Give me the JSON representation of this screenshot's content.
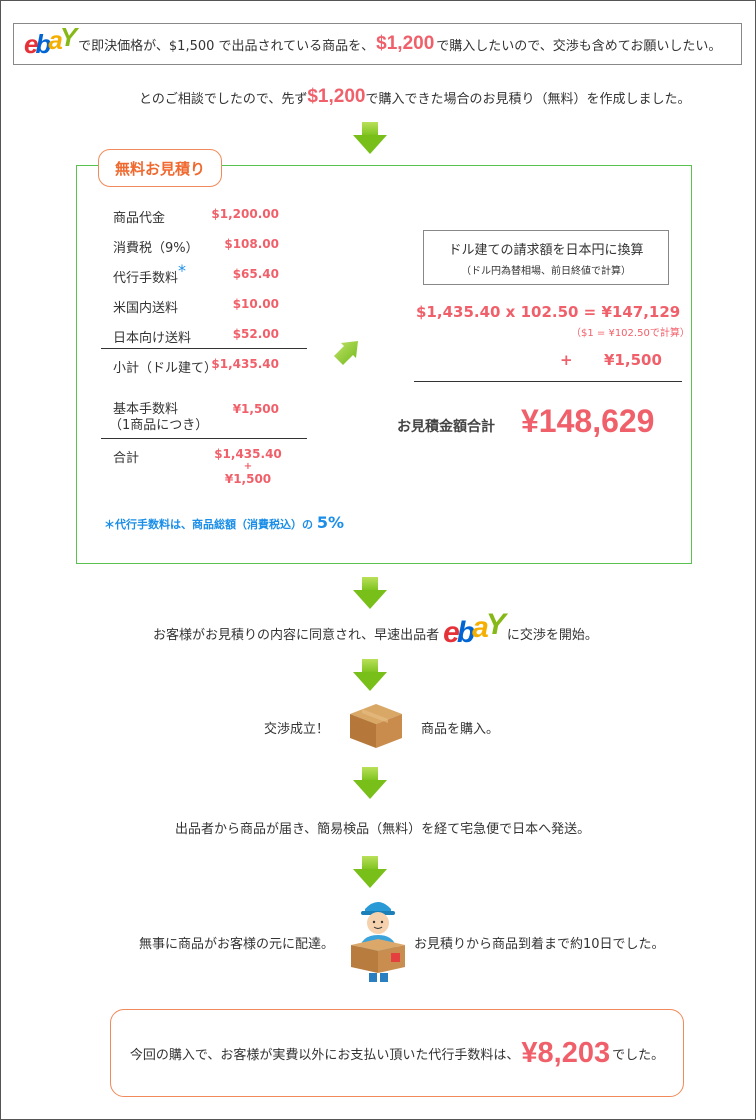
{
  "intro": {
    "logo_text": "ebay",
    "text_before": "で即決価格が、$1,500 で出品されている商品を、",
    "price": "$1,200",
    "text_after": " で購入したいので、交渉も含めてお願いしたい。"
  },
  "consult": {
    "text_before": "とのご相談でしたので、先ず ",
    "price": "$1,200",
    "text_after": " で購入できた場合のお見積り（無料）を作成しました。"
  },
  "quote": {
    "tag": "無料お見積り",
    "rows": [
      {
        "label": "商品代金",
        "value": "$1,200.00"
      },
      {
        "label": "消費税（9%）",
        "value": "$108.00"
      },
      {
        "label": "代行手数料",
        "value": "$65.40",
        "mark": "*"
      },
      {
        "label": "米国内送料",
        "value": "$10.00"
      },
      {
        "label": "日本向け送料",
        "value": "$52.00"
      }
    ],
    "subtotal": {
      "label": "小計（ドル建て）",
      "value": "$1,435.40"
    },
    "basic_fee": {
      "label_line1": "基本手数料",
      "label_line2": "（1商品につき）",
      "value": "¥1,500"
    },
    "total": {
      "label": "合計",
      "value_line1": "$1,435.40",
      "plus": "+",
      "value_line2": "¥1,500"
    },
    "footnote_before": "＊代行手数料は、商品総額（消費税込）の ",
    "footnote_pct": "5%",
    "conversion": {
      "title": "ドル建ての請求額を日本円に換算",
      "subtitle": "（ドル円為替相場、前日終値で計算）",
      "formula": "$1,435.40 x 102.50 = ¥147,129",
      "rate_note": "（$1 = ¥102.50で計算）",
      "plus": "+",
      "fee": "¥1,500",
      "total_label": "お見積金額合計",
      "total_value": "¥148,629"
    }
  },
  "steps": {
    "negotiate_before": "お客様がお見積りの内容に同意され、早速出品者 ",
    "negotiate_logo": "ebay",
    "negotiate_after": " に交渉を開始。",
    "deal_left": "交渉成立！",
    "deal_right": "商品を購入。",
    "ship": "出品者から商品が届き、簡易検品（無料）を経て宅急便で日本へ発送。",
    "delivered_left": "無事に商品がお客様の元に配達。",
    "delivered_right": "お見積りから商品到着まで約10日でした。"
  },
  "final": {
    "text_before": "今回の購入で、お客様が実費以外にお支払い頂いた代行手数料は、",
    "amount": "¥8,203",
    "text_after": "でした。"
  },
  "colors": {
    "accent": "#f0606a",
    "green": "#5bc24f",
    "orange": "#f08a5a",
    "blue": "#1a8ee8"
  }
}
